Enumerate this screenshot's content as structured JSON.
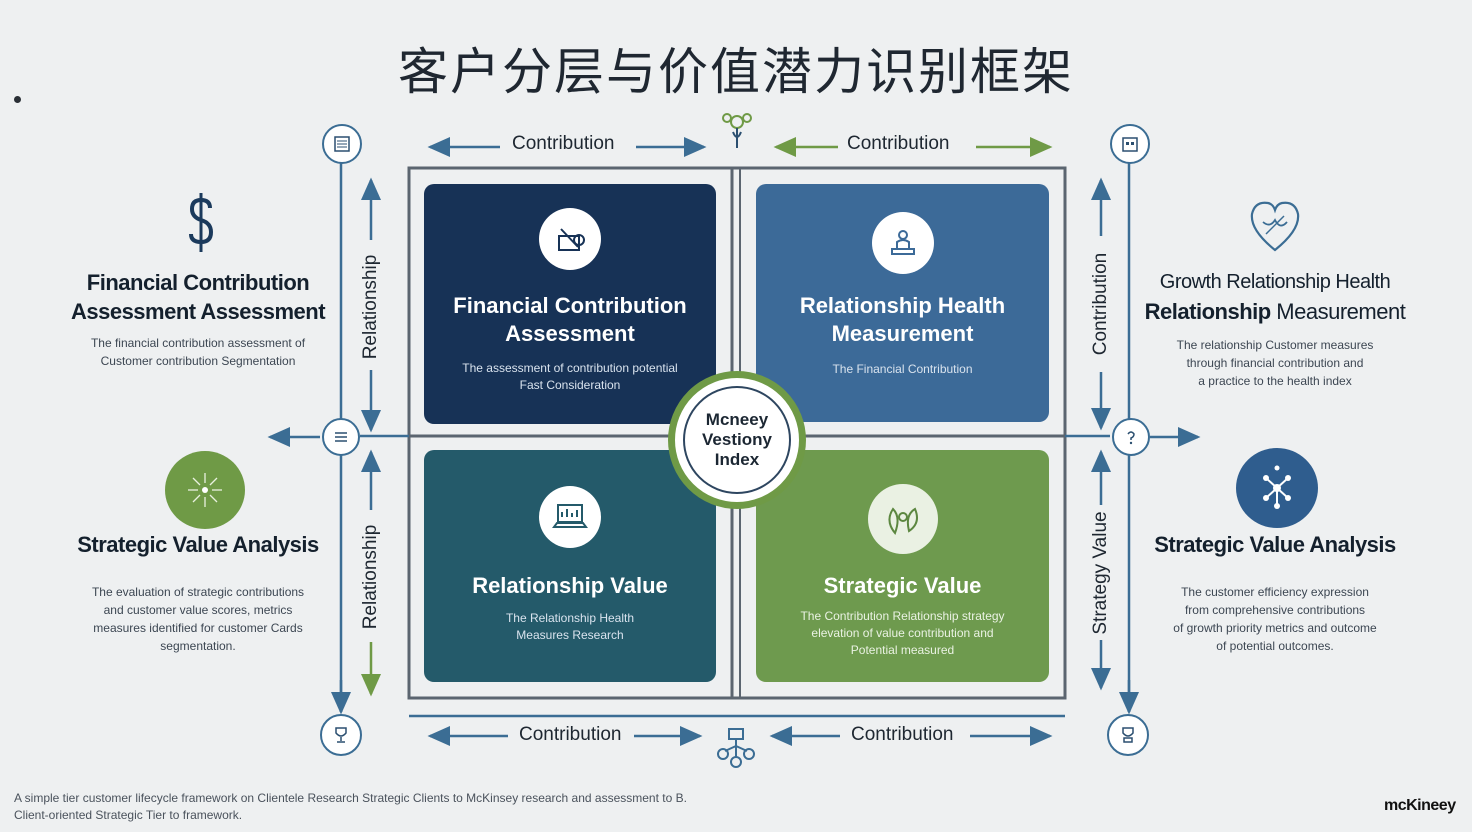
{
  "title": "客户分层与价值潜力识别框架",
  "center": {
    "line1": "Mcneey",
    "line2": "Vestiony",
    "line3": "Index"
  },
  "top_labels": {
    "left": "Contribution",
    "right": "Contribution"
  },
  "bottom_labels": {
    "left": "Contribution",
    "right": "Contribution"
  },
  "vertical_labels": {
    "left_top": "Relationship",
    "left_bottom": "Relationship",
    "right_top": "Contribution",
    "right_bottom": "Strategy Value"
  },
  "quadrants": [
    {
      "title_l1": "Financial Contribution",
      "title_l2": "Assessment",
      "desc_l1": "The assessment of contribution potential",
      "desc_l2": "Fast Consideration",
      "icon": "chart-tool-icon"
    },
    {
      "title_l1": "Relationship Health",
      "title_l2": "Measurement",
      "desc_l1": "The Financial Contribution",
      "desc_l2": "",
      "icon": "person-desk-icon"
    },
    {
      "title_l1": "Relationship Value",
      "title_l2": "",
      "desc_l1": "The Relationship Health",
      "desc_l2": "Measures Research",
      "icon": "laptop-chart-icon"
    },
    {
      "title_l1": "Strategic Value",
      "title_l2": "",
      "desc_l1": "The Contribution Relationship strategy",
      "desc_l2": "elevation of value contribution and",
      "desc_l3": "Potential measured",
      "icon": "leaf-hands-icon"
    }
  ],
  "left_panel": {
    "top": {
      "title_l1": "Financial Contribution",
      "title_l2": "Assessment Assessment",
      "desc_l1": "The financial contribution assessment of",
      "desc_l2": "Customer contribution Segmentation",
      "icon": "dollar-icon"
    },
    "bottom": {
      "title": "Strategic Value Analysis",
      "desc_l1": "The evaluation of strategic contributions",
      "desc_l2": "and customer value scores, metrics",
      "desc_l3": "measures identified for customer Cards",
      "desc_l4": "segmentation.",
      "icon": "sparkle-icon"
    }
  },
  "right_panel": {
    "top": {
      "title_l1": "Growth Relationship Health",
      "title_l2_bold": "Relationship",
      "title_l2_rest": " Measurement",
      "desc_l1": "The relationship Customer measures",
      "desc_l2": "through financial contribution and",
      "desc_l3": "a practice to the health index",
      "icon": "heart-icon"
    },
    "bottom": {
      "title": "Strategic Value Analysis",
      "desc_l1": "The customer efficiency expression",
      "desc_l2": "from comprehensive contributions",
      "desc_l3": "of growth priority metrics and outcome",
      "desc_l4": "of potential outcomes.",
      "icon": "network-icon"
    }
  },
  "footer": {
    "line1": "A simple tier customer lifecycle framework on Clientele Research Strategic Clients to McKinsey research and assessment to B.",
    "line2": "Client-oriented Strategic Tier to framework."
  },
  "brand": "mcKineey",
  "colors": {
    "navy": "#173256",
    "blue": "#3c6a98",
    "teal": "#245a6a",
    "green": "#6e9a4e",
    "line": "#3b6d94"
  }
}
